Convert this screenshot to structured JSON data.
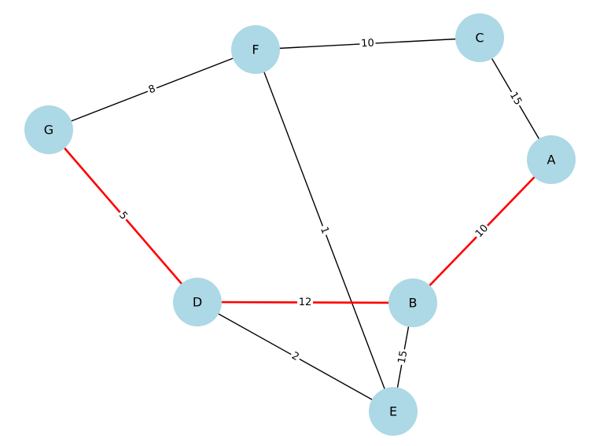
{
  "graph": {
    "style": {
      "node_fill": "#add8e6",
      "edge_color": "#000000",
      "highlight_color": "#ff0000",
      "background": "#ffffff"
    },
    "nodes": [
      {
        "id": "A",
        "label": "A"
      },
      {
        "id": "B",
        "label": "B"
      },
      {
        "id": "C",
        "label": "C"
      },
      {
        "id": "D",
        "label": "D"
      },
      {
        "id": "E",
        "label": "E"
      },
      {
        "id": "F",
        "label": "F"
      },
      {
        "id": "G",
        "label": "G"
      }
    ],
    "edges": [
      {
        "from": "F",
        "to": "C",
        "weight": "10",
        "highlighted": false
      },
      {
        "from": "C",
        "to": "A",
        "weight": "15",
        "highlighted": false
      },
      {
        "from": "G",
        "to": "F",
        "weight": "8",
        "highlighted": false
      },
      {
        "from": "F",
        "to": "E",
        "weight": "1",
        "highlighted": false
      },
      {
        "from": "D",
        "to": "E",
        "weight": "2",
        "highlighted": false
      },
      {
        "from": "B",
        "to": "E",
        "weight": "15",
        "highlighted": false
      },
      {
        "from": "G",
        "to": "D",
        "weight": "5",
        "highlighted": true
      },
      {
        "from": "D",
        "to": "B",
        "weight": "12",
        "highlighted": true
      },
      {
        "from": "B",
        "to": "A",
        "weight": "10",
        "highlighted": true
      }
    ]
  }
}
